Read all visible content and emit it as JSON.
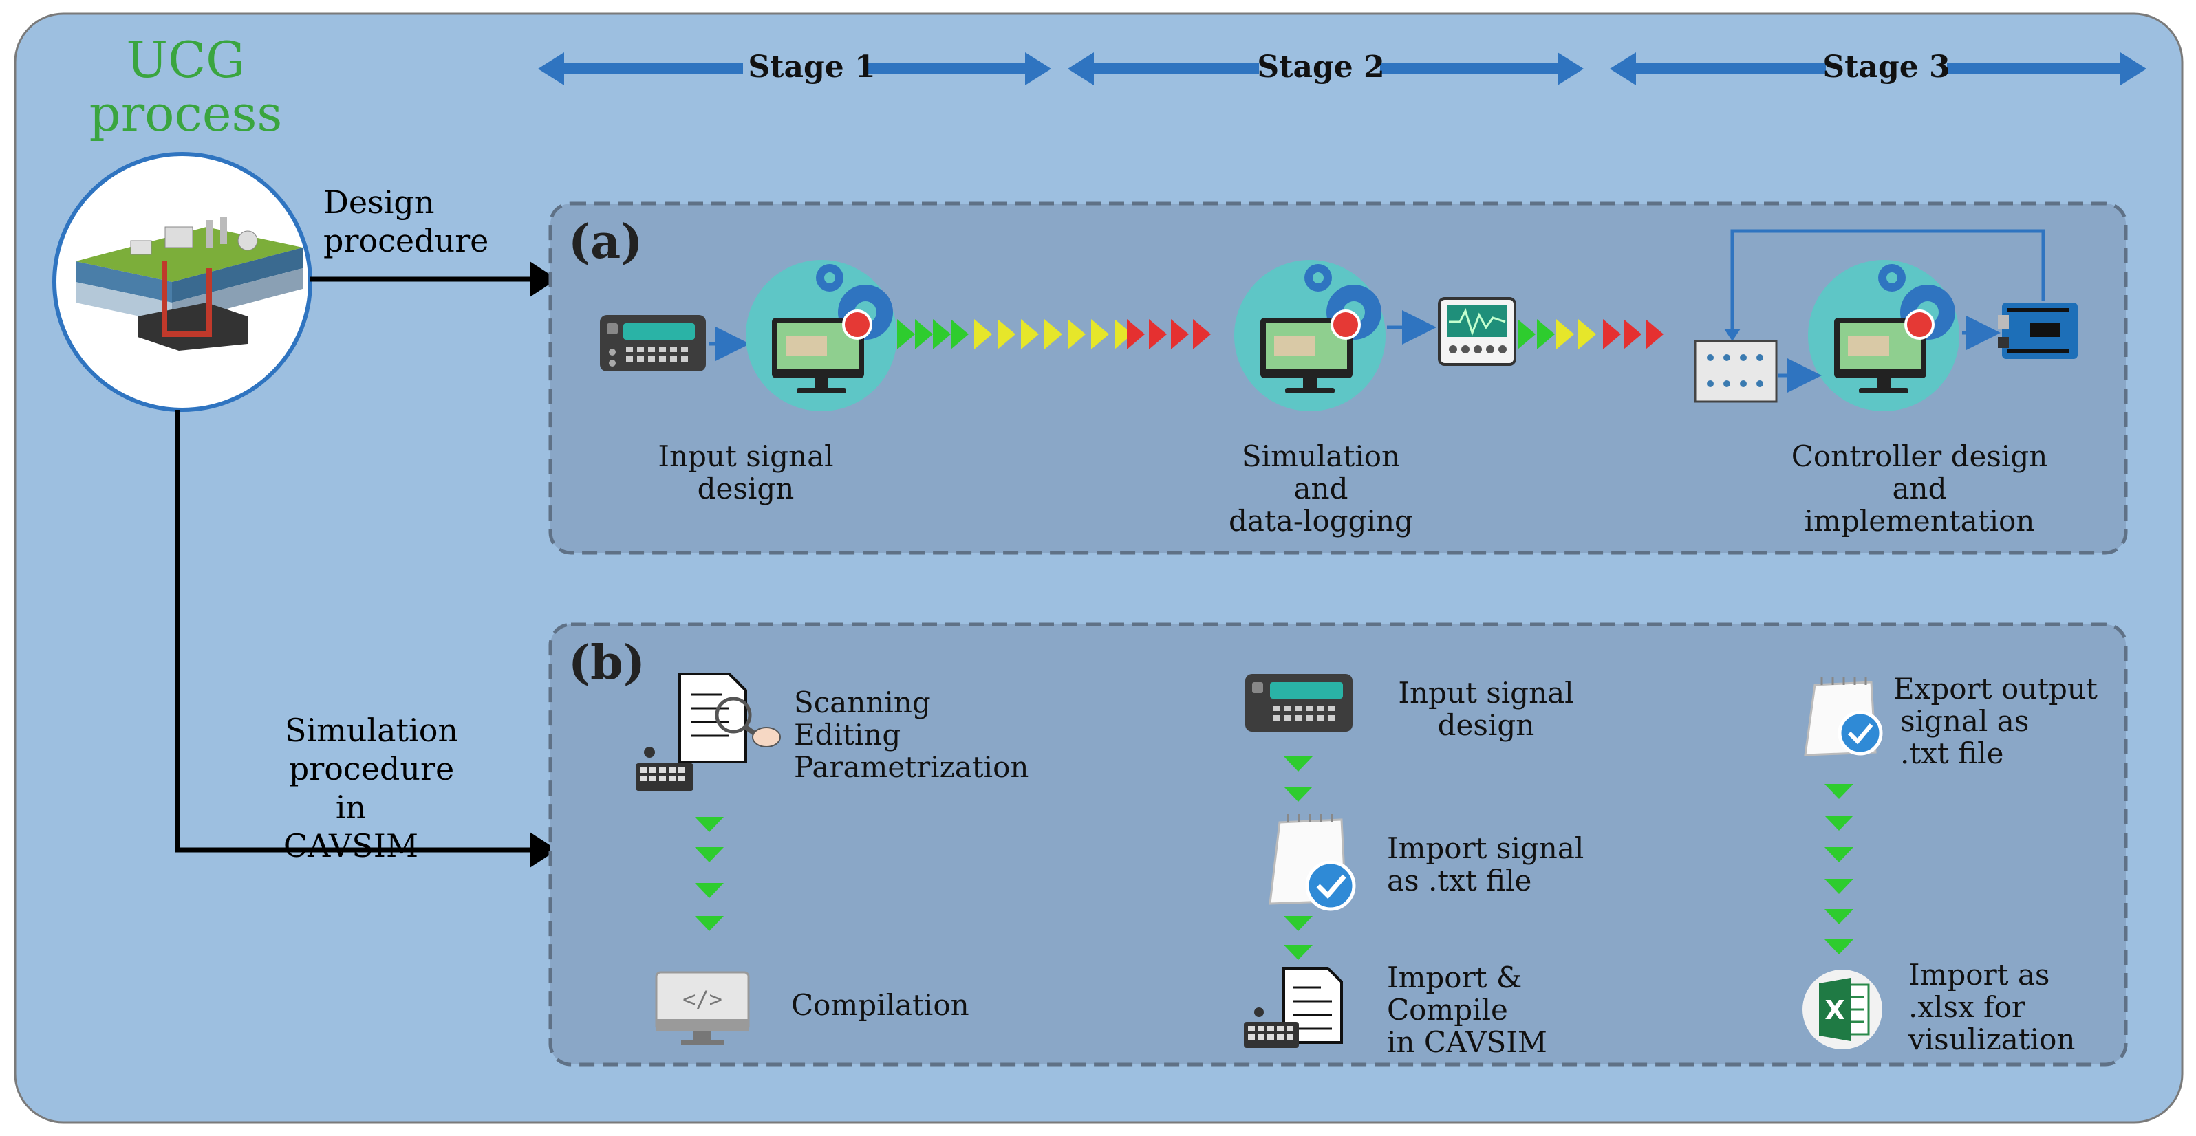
{
  "title": {
    "line1": "UCG",
    "line2": "process"
  },
  "stages": [
    "Stage 1",
    "Stage 2",
    "Stage 3"
  ],
  "branches": {
    "design": {
      "line1": "Design",
      "line2": "procedure"
    },
    "simulation": {
      "line1": "Simulation procedure",
      "line2": "in",
      "line3": "CAVSIM"
    }
  },
  "panel_a": {
    "label": "(a)",
    "step1": {
      "line1": "Input signal",
      "line2": "design"
    },
    "step2": {
      "line1": "Simulation",
      "line2": "and",
      "line3": "data-logging"
    },
    "step3": {
      "line1": "Controller design",
      "line2": "and",
      "line3": "implementation"
    }
  },
  "panel_b": {
    "label": "(b)",
    "col1": {
      "top": {
        "line1": "Scanning",
        "line2": "Editing",
        "line3": "Parametrization"
      },
      "bottom": "Compilation"
    },
    "col2": {
      "top": {
        "line1": "Input signal",
        "line2": "design"
      },
      "middle": {
        "line1": "Import signal",
        "line2": "as .txt file"
      },
      "bottom": {
        "line1": "Import &",
        "line2": "Compile",
        "line3": "in CAVSIM"
      }
    },
    "col3": {
      "top": {
        "line1": "Export output",
        "line2": "signal as",
        "line3": ".txt file"
      },
      "bottom": {
        "line1": "Import as",
        "line2": ".xlsx for",
        "line3": "visulization"
      }
    }
  },
  "colors": {
    "background": "#9dbfe0",
    "panel": "#8aa7c7",
    "arrow_blue": "#2f74c0",
    "title_green": "#3aa53f",
    "chevron_green": "#2ecc2e",
    "chevron_yellow": "#e6e62a",
    "chevron_red": "#e53030"
  },
  "icons": [
    "ucg-site-icon",
    "signal-generator-icon",
    "monitor-gear-icon",
    "oscilloscope-icon",
    "terminal-block-icon",
    "arduino-board-icon",
    "document-search-icon",
    "keyboard-icon",
    "code-monitor-icon",
    "notepad-check-icon",
    "excel-icon"
  ]
}
